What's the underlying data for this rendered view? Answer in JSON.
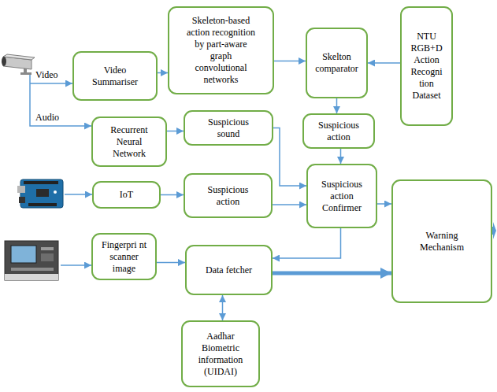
{
  "diagram": {
    "nodes": [
      {
        "text": [
          "Video Summariser"
        ]
      },
      {
        "text": [
          "Skeleton-based action recognition by part-aware graph convolutional networks"
        ]
      },
      {
        "text": [
          "Skelton comparator"
        ]
      },
      {
        "text": [
          "NTU RGB+D Action Recogni tion Dataset"
        ]
      },
      {
        "text": [
          "Recurrent Neural Network"
        ]
      },
      {
        "text": [
          "Suspicious sound"
        ]
      },
      {
        "text": [
          "Suspicious action"
        ]
      },
      {
        "text": [
          "IoT"
        ]
      },
      {
        "text": [
          "Suspicious action"
        ]
      },
      {
        "text": [
          "Suspicious action Confirmer"
        ]
      },
      {
        "text": [
          "Warning Mechanism"
        ]
      },
      {
        "text": [
          "Fingerpri nt scanner image"
        ]
      },
      {
        "text": [
          "Data fetcher"
        ]
      },
      {
        "text": [
          "Aadhar Biometric information (UIDAI)"
        ]
      }
    ],
    "edges": [
      {
        "from": 0,
        "to": 1,
        "arrow": "to"
      },
      {
        "from": 1,
        "to": 2,
        "arrow": "to"
      },
      {
        "from": 3,
        "to": 2,
        "arrow": "to"
      },
      {
        "from": 2,
        "to": 6,
        "arrow": "to"
      },
      {
        "from": 4,
        "to": 5,
        "arrow": "to"
      },
      {
        "from": 5,
        "to": 9,
        "arrow": "to"
      },
      {
        "from": 6,
        "to": 9,
        "arrow": "to"
      },
      {
        "from": 7,
        "to": 8,
        "arrow": "to"
      },
      {
        "from": 8,
        "to": 9,
        "arrow": "to"
      },
      {
        "from": 9,
        "to": 10,
        "arrow": "to"
      },
      {
        "from": 9,
        "to": 12,
        "arrow": "to"
      },
      {
        "from": 11,
        "to": 12,
        "arrow": "to"
      },
      {
        "from": 12,
        "to": 13,
        "arrow": "both"
      },
      {
        "from": 12,
        "to": 10,
        "arrow": "to"
      }
    ],
    "labels": [
      "Video",
      "Audio"
    ]
  }
}
